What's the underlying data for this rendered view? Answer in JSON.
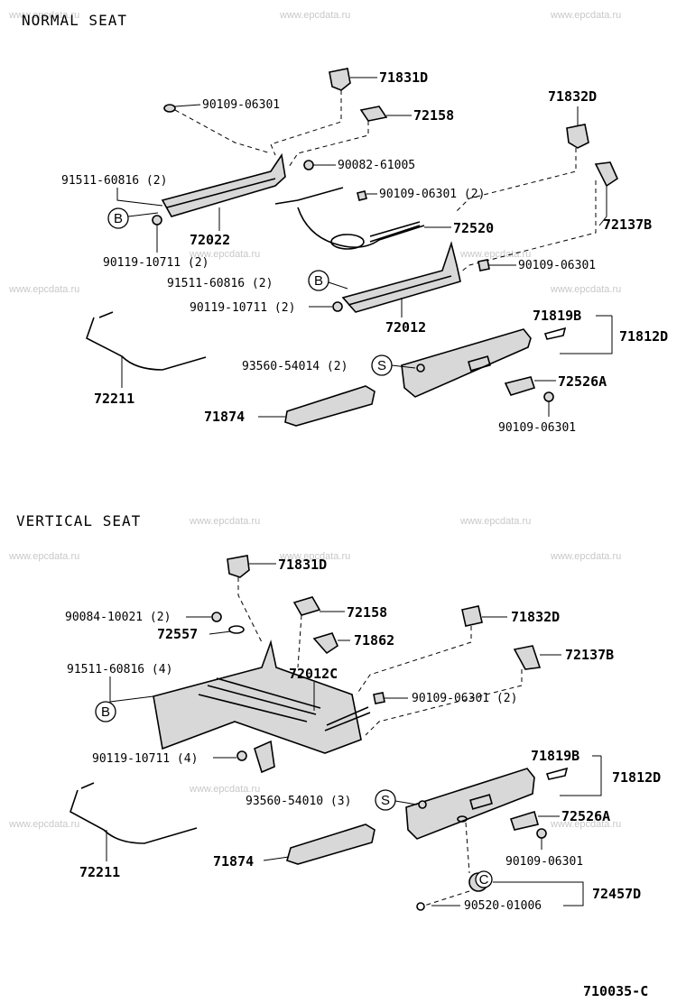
{
  "sections": {
    "normal": "NORMAL SEAT",
    "vertical": "VERTICAL SEAT"
  },
  "watermark": "www.epcdata.ru",
  "diagram_code": "710035-C",
  "normal_labels": {
    "p71831D": "71831D",
    "p90109_06301_a": "90109-06301",
    "p72158": "72158",
    "p71832D": "71832D",
    "p90082_61005": "90082-61005",
    "p90109_06301_2": "90109-06301 (2)",
    "p91511_60816_2a": "91511-60816 (2)",
    "p72022": "72022",
    "p72520": "72520",
    "p72137B": "72137B",
    "p90119_10711_2a": "90119-10711 (2)",
    "p90109_06301_b": "90109-06301",
    "p91511_60816_2b": "91511-60816 (2)",
    "p90119_10711_2b": "90119-10711 (2)",
    "p72012": "72012",
    "p71819B": "71819B",
    "p71812D": "71812D",
    "p93560_54014": "93560-54014 (2)",
    "p72526A": "72526A",
    "p72211": "72211",
    "p71874": "71874",
    "p90109_06301_c": "90109-06301"
  },
  "vertical_labels": {
    "p71831D": "71831D",
    "p90084_10021": "90084-10021 (2)",
    "p72158": "72158",
    "p71832D": "71832D",
    "p72557": "72557",
    "p71862": "71862",
    "p91511_60816_4": "91511-60816 (4)",
    "p72012C": "72012C",
    "p72137B": "72137B",
    "p90109_06301_2": "90109-06301 (2)",
    "p90119_10711_4": "90119-10711 (4)",
    "p71819B": "71819B",
    "p71812D": "71812D",
    "p93560_54010": "93560-54010 (3)",
    "p72526A": "72526A",
    "p72211": "72211",
    "p90109_06301": "90109-06301",
    "p71874": "71874",
    "p90520_01006": "90520-01006",
    "p72457D": "72457D"
  },
  "callouts": {
    "B": "B",
    "S": "S",
    "C": "C"
  }
}
